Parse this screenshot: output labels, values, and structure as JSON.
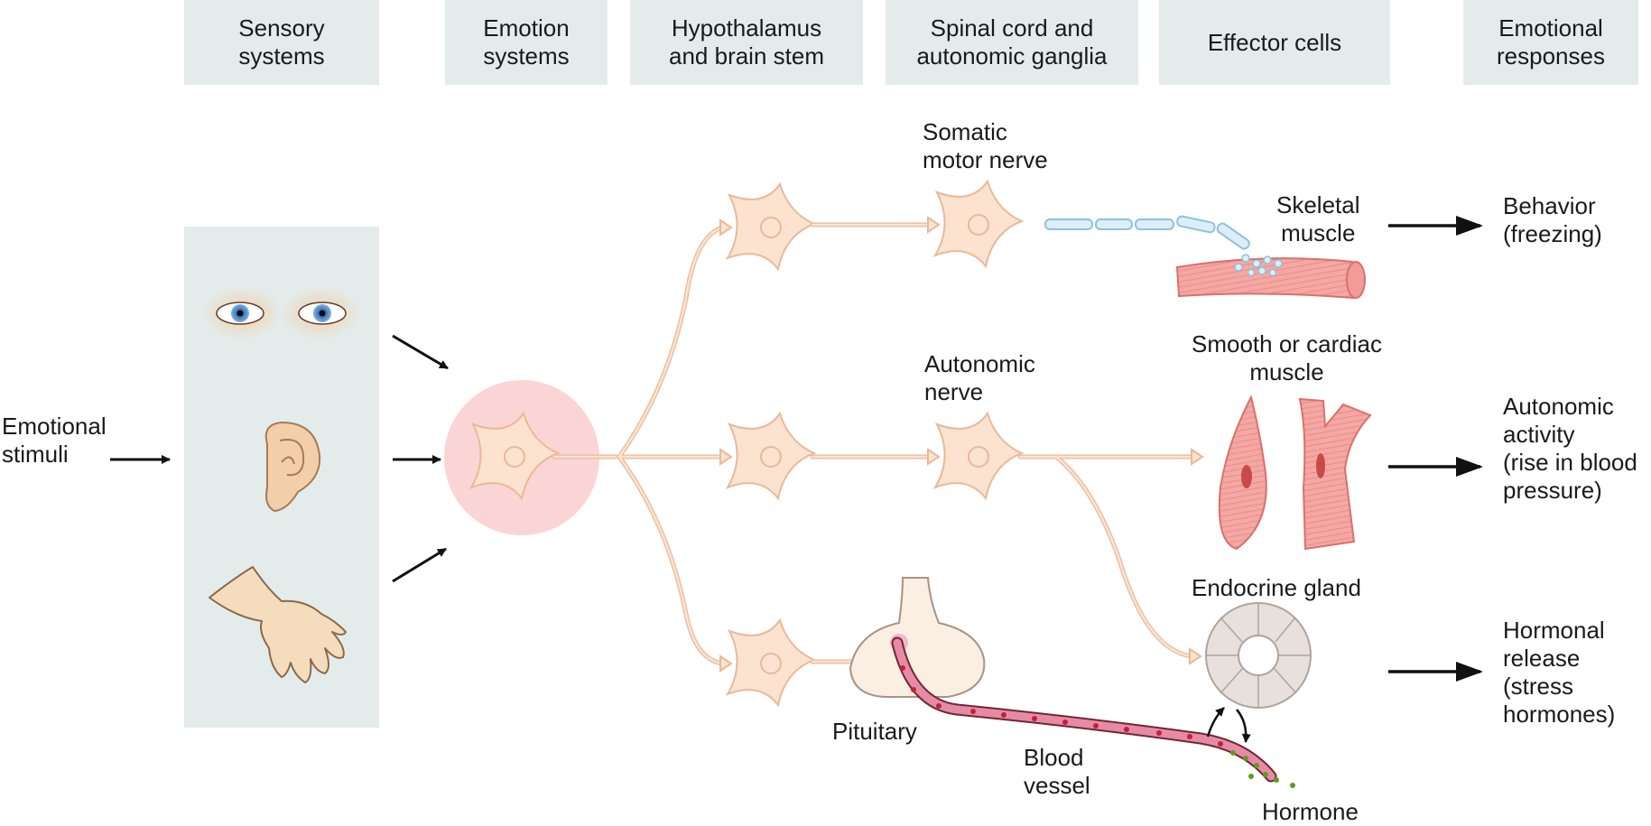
{
  "headers": [
    "Sensory\nsystems",
    "Emotion\nsystems",
    "Hypothalamus\nand brain stem",
    "Spinal cord and\nautonomic ganglia",
    "Effector cells",
    "Emotional\nresponses"
  ],
  "labels": {
    "emotional_stimuli": "Emotional\nstimuli",
    "somatic_motor_nerve": "Somatic\nmotor nerve",
    "autonomic_nerve": "Autonomic\nnerve",
    "skeletal_muscle": "Skeletal\nmuscle",
    "smooth_cardiac_muscle": "Smooth or cardiac\nmuscle",
    "endocrine_gland": "Endocrine gland",
    "pituitary": "Pituitary",
    "blood_vessel": "Blood\nvessel",
    "hormone": "Hormone"
  },
  "responses": {
    "behavior": "Behavior\n(freezing)",
    "autonomic": "Autonomic\nactivity\n(rise in blood\npressure)",
    "hormonal": "Hormonal\nrelease\n(stress\nhormones)"
  },
  "colors": {
    "header_bg": "#e3eceb",
    "neuron_fill": "#fbe3cf",
    "neuron_stroke": "#e9b99a",
    "emotion_halo": "#fbd5d5",
    "muscle": "#f29b97",
    "vessel": "#c8385c",
    "hormone_dots": "#5f9b1e"
  },
  "icons": [
    "eyes-icon",
    "ear-icon",
    "hand-icon"
  ]
}
